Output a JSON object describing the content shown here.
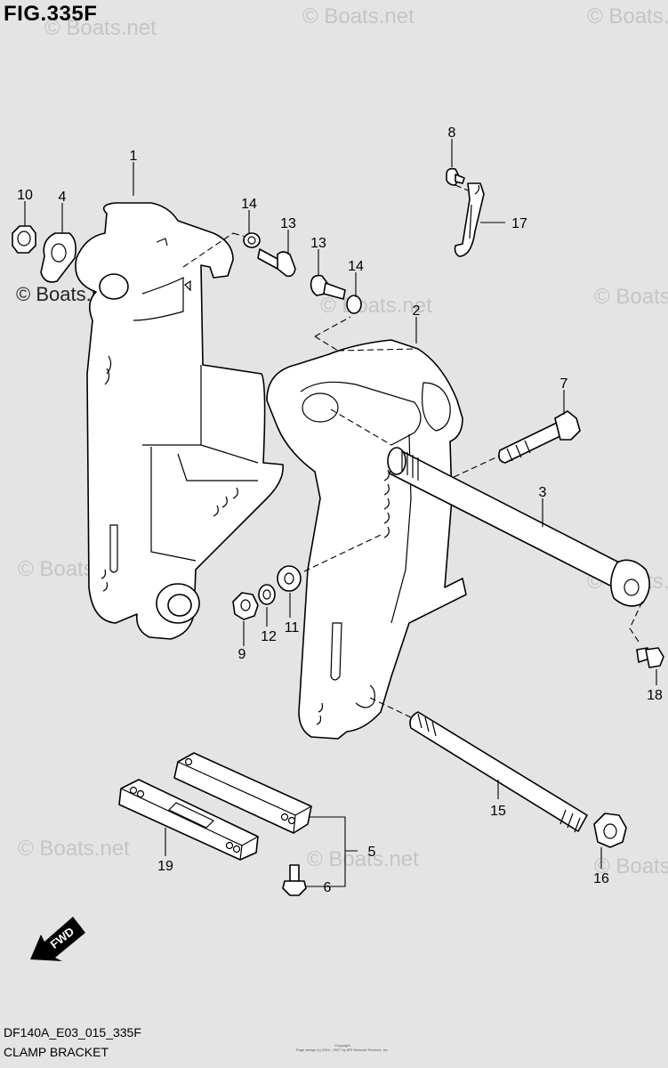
{
  "figure": {
    "title": "FIG.335F",
    "code": "DF140A_E03_015_335F",
    "name": "CLAMP BRACKET",
    "copyright": [
      "Copyright",
      "Page design (c) 2004 - 2017 by ARI Network Services, Inc."
    ]
  },
  "watermark": "© Boats.net",
  "fwd_label": "FWD",
  "callouts": [
    {
      "id": "1",
      "label": "1"
    },
    {
      "id": "2",
      "label": "2"
    },
    {
      "id": "3",
      "label": "3"
    },
    {
      "id": "4",
      "label": "4"
    },
    {
      "id": "5",
      "label": "5"
    },
    {
      "id": "6",
      "label": "6"
    },
    {
      "id": "7",
      "label": "7"
    },
    {
      "id": "8",
      "label": "8"
    },
    {
      "id": "9",
      "label": "9"
    },
    {
      "id": "10",
      "label": "10"
    },
    {
      "id": "11",
      "label": "11"
    },
    {
      "id": "12",
      "label": "12"
    },
    {
      "id": "13a",
      "label": "13"
    },
    {
      "id": "13b",
      "label": "13"
    },
    {
      "id": "14a",
      "label": "14"
    },
    {
      "id": "14b",
      "label": "14"
    },
    {
      "id": "15",
      "label": "15"
    },
    {
      "id": "16",
      "label": "16"
    },
    {
      "id": "17",
      "label": "17"
    },
    {
      "id": "18",
      "label": "18"
    },
    {
      "id": "19",
      "label": "19"
    }
  ]
}
